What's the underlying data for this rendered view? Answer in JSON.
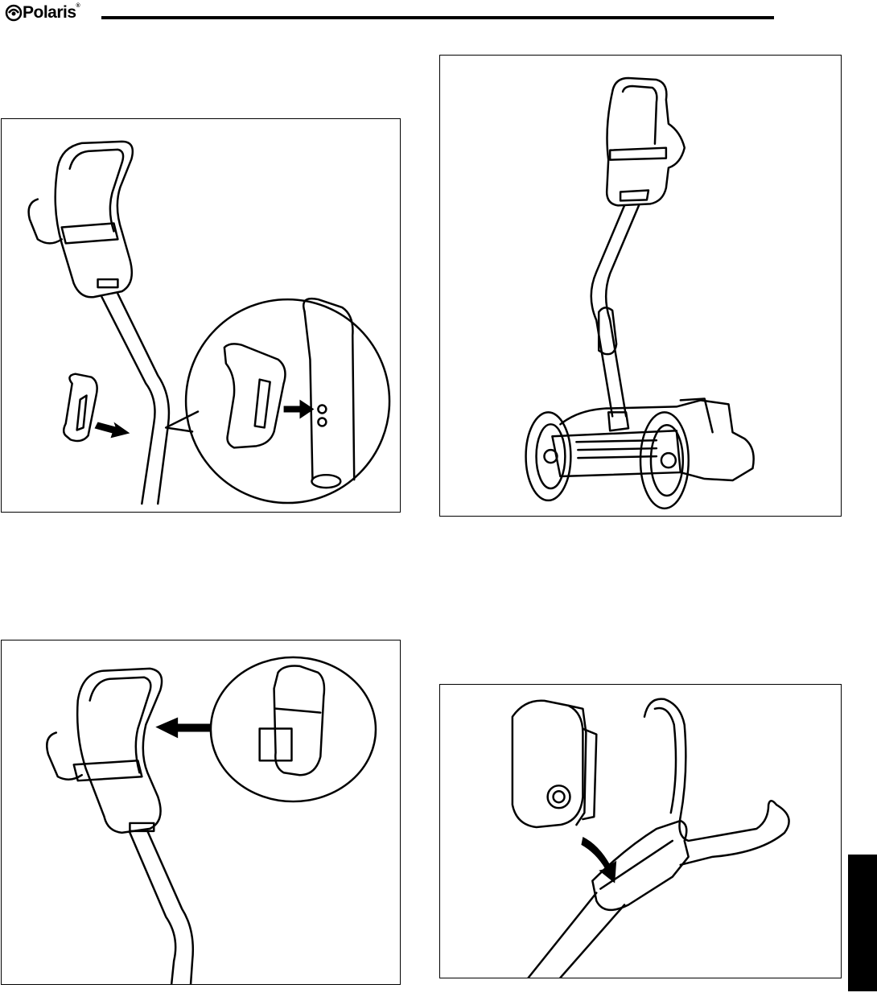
{
  "header": {
    "brand": "Polaris",
    "trademark": "®"
  },
  "figures": [
    {
      "id": "fig-top-left",
      "subject": "handle-clip-attach"
    },
    {
      "id": "fig-top-right",
      "subject": "cleaner-with-handle"
    },
    {
      "id": "fig-bottom-left",
      "subject": "handle-clip-insert"
    },
    {
      "id": "fig-bottom-right",
      "subject": "remote-docking"
    }
  ],
  "colors": {
    "ink": "#000000",
    "paper": "#ffffff",
    "tab": "#000000"
  }
}
